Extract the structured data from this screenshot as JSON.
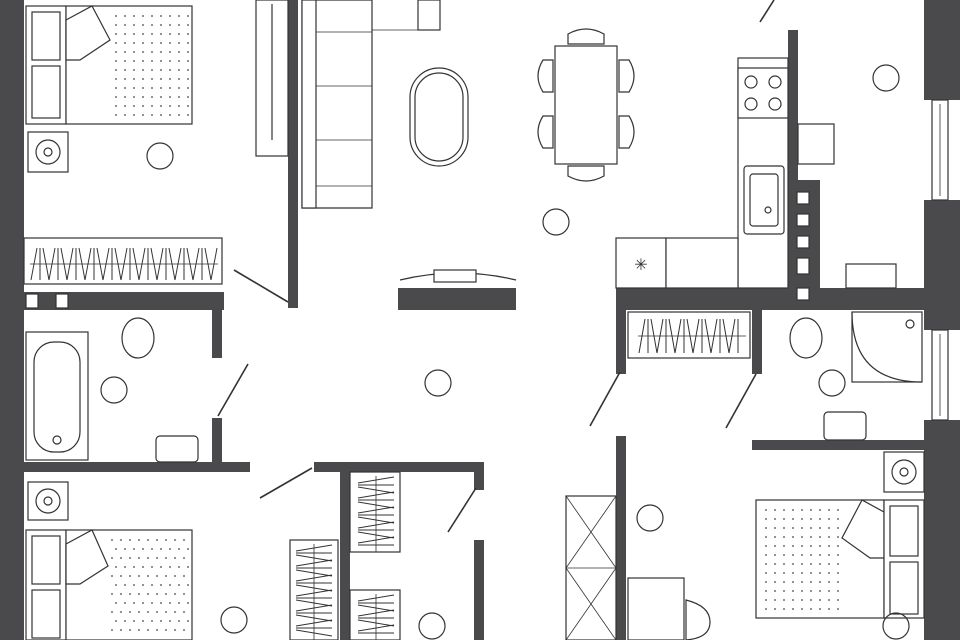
{
  "plan": {
    "view": "floor-plan",
    "style": "black-and-white line drawing",
    "colors": {
      "wall": "#4a4a4c",
      "line": "#333333",
      "background": "#ffffff"
    },
    "rooms": [
      {
        "id": "bedroom-top-left"
      },
      {
        "id": "bathroom-left"
      },
      {
        "id": "bedroom-bottom-left"
      },
      {
        "id": "wardrobe-bottom-center"
      },
      {
        "id": "living-room"
      },
      {
        "id": "dining-area"
      },
      {
        "id": "kitchen"
      },
      {
        "id": "wardrobe-right"
      },
      {
        "id": "bathroom-right"
      },
      {
        "id": "bedroom-bottom-right"
      }
    ],
    "text_labels": []
  }
}
